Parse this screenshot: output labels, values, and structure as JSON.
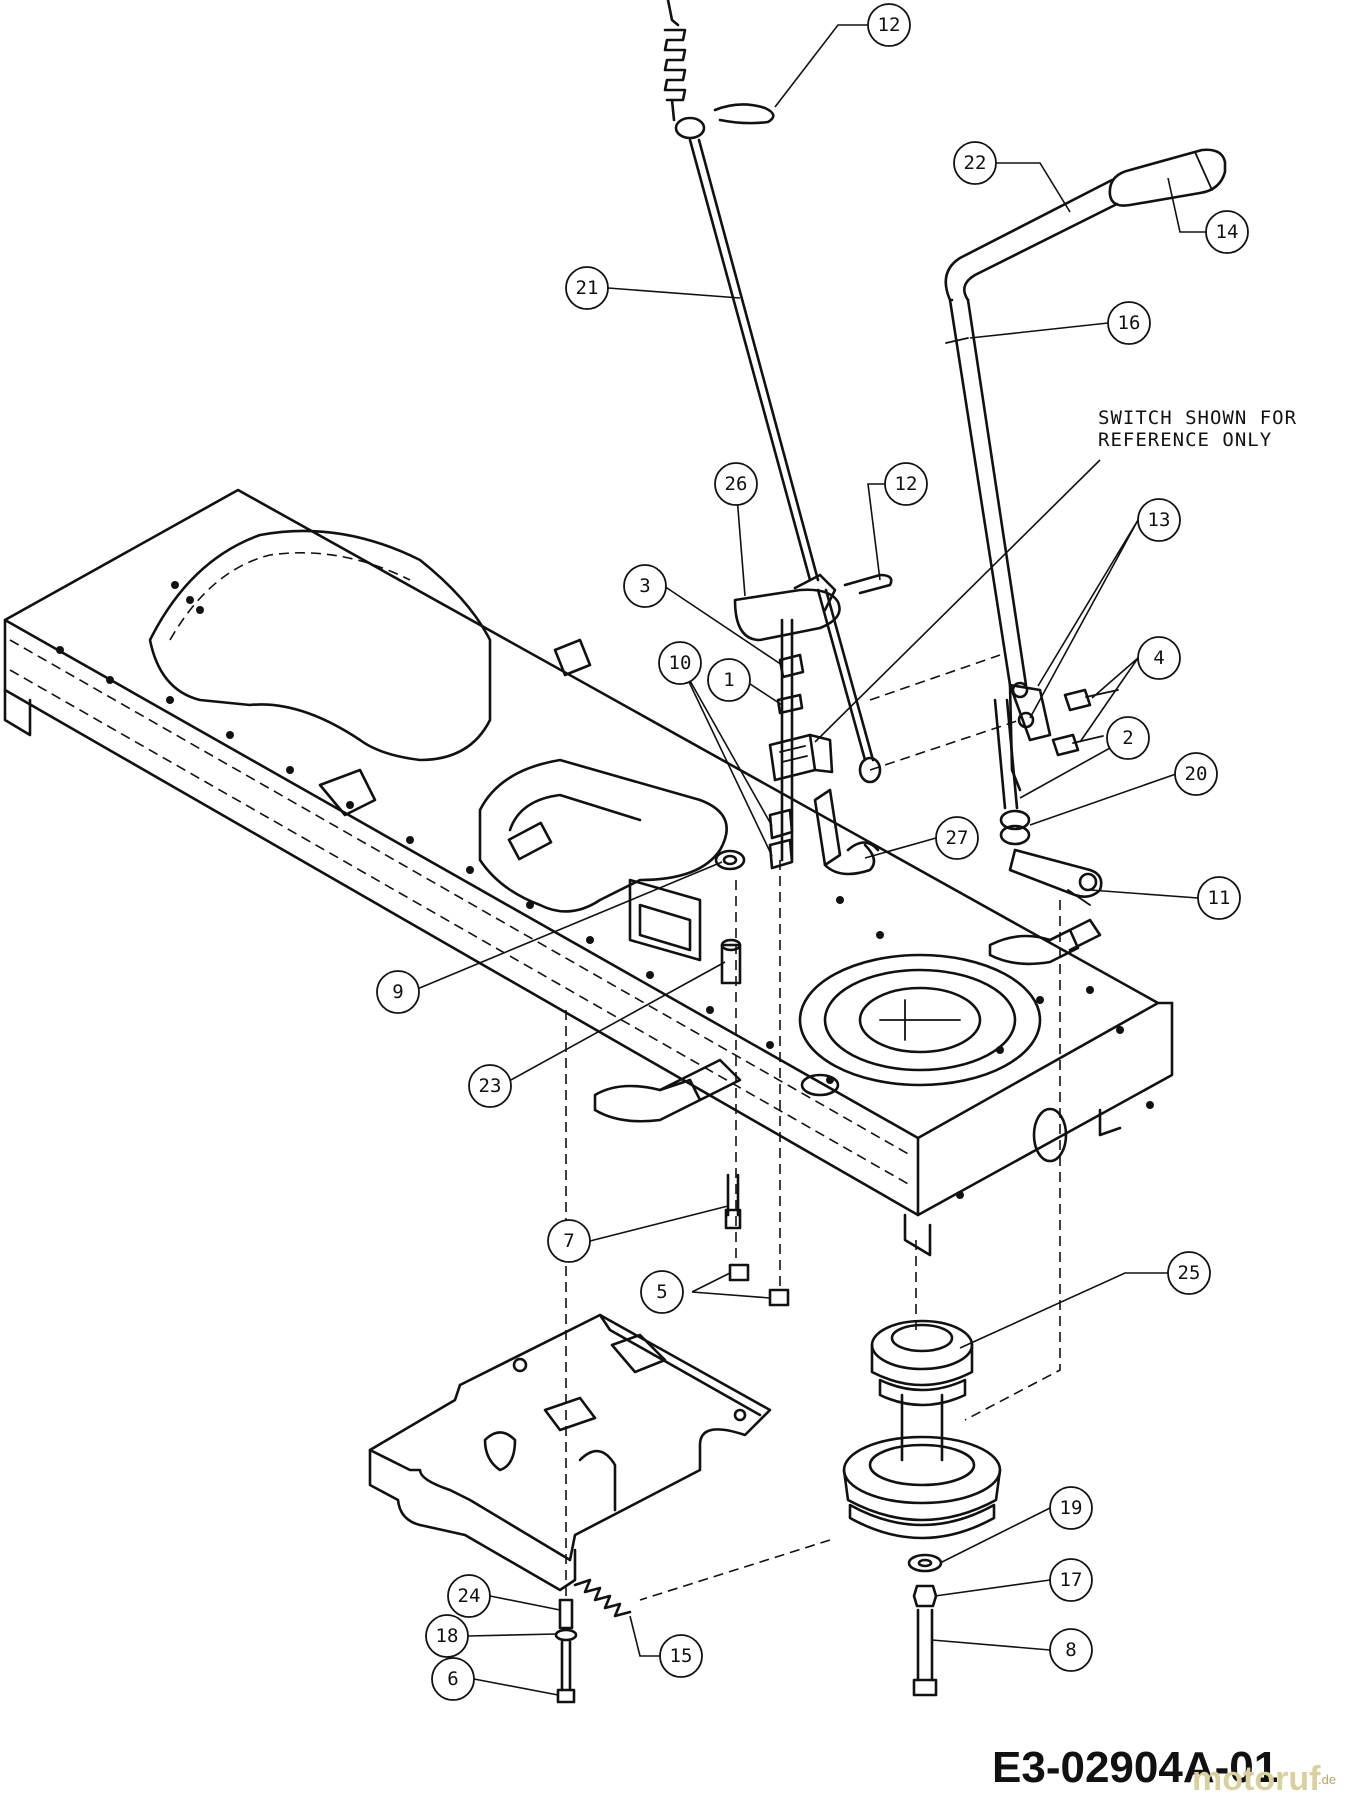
{
  "diagram": {
    "note_lines": [
      "SWITCH SHOWN FOR",
      "REFERENCE ONLY"
    ],
    "reference_code": "E3-02904A-01",
    "watermark": {
      "brand": "motoruf",
      "suffix": ".de",
      "color": "#d9d0a0"
    },
    "callouts": [
      "12",
      "22",
      "14",
      "21",
      "16",
      "12",
      "26",
      "13",
      "3",
      "4",
      "10",
      "1",
      "2",
      "20",
      "27",
      "11",
      "9",
      "23",
      "7",
      "5",
      "25",
      "19",
      "17",
      "24",
      "18",
      "15",
      "8",
      "6"
    ]
  }
}
